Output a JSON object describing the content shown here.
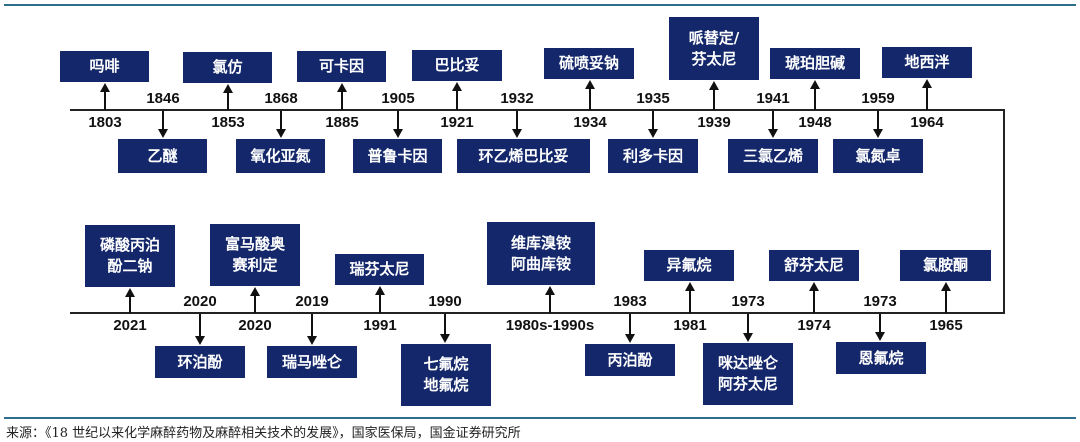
{
  "top_row": [
    {
      "drug": "吗啡",
      "year": "1803"
    },
    {
      "drug": "乙醚",
      "year": "1846"
    },
    {
      "drug": "氯仿",
      "year": "1853"
    },
    {
      "drug": "氧化亚氮",
      "year": "1868"
    },
    {
      "drug": "可卡因",
      "year": "1885"
    },
    {
      "drug": "普鲁卡因",
      "year": "1905"
    },
    {
      "drug": "巴比妥",
      "year": "1921"
    },
    {
      "drug": "环乙烯巴比妥",
      "year": "1932"
    },
    {
      "drug": "硫喷妥钠",
      "year": "1934"
    },
    {
      "drug": "利多卡因",
      "year": "1935"
    },
    {
      "drug": "哌替定/\n芬太尼",
      "year": "1939"
    },
    {
      "drug": "三氯乙烯",
      "year": "1941"
    },
    {
      "drug": "琥珀胆碱",
      "year": "1948"
    },
    {
      "drug": "氯氮卓",
      "year": "1959"
    },
    {
      "drug": "地西泮",
      "year": "1964"
    }
  ],
  "bottom_row": [
    {
      "drug": "磷酸丙泊\n酚二钠",
      "year": "2021"
    },
    {
      "drug": "环泊酚",
      "year": "2020"
    },
    {
      "drug": "富马酸奥\n赛利定",
      "year": "2020"
    },
    {
      "drug": "瑞马唑仑",
      "year": "2019"
    },
    {
      "drug": "瑞芬太尼",
      "year": "1991"
    },
    {
      "drug": "七氟烷\n地氟烷",
      "year": "1990"
    },
    {
      "drug": "维库溴铵\n阿曲库铵",
      "year": "1980s-1990s"
    },
    {
      "drug": "丙泊酚",
      "year": "1983"
    },
    {
      "drug": "异氟烷",
      "year": "1981"
    },
    {
      "drug": "咪达唑仑\n阿芬太尼",
      "year": "1973"
    },
    {
      "drug": "舒芬太尼",
      "year": "1974"
    },
    {
      "drug": "恩氟烷",
      "year": "1973"
    },
    {
      "drug": "氯胺酮",
      "year": "1965"
    }
  ],
  "source": "来源：《18 世纪以来化学麻醉药物及麻醉相关技术的发展》，国家医保局，国金证券研究所"
}
